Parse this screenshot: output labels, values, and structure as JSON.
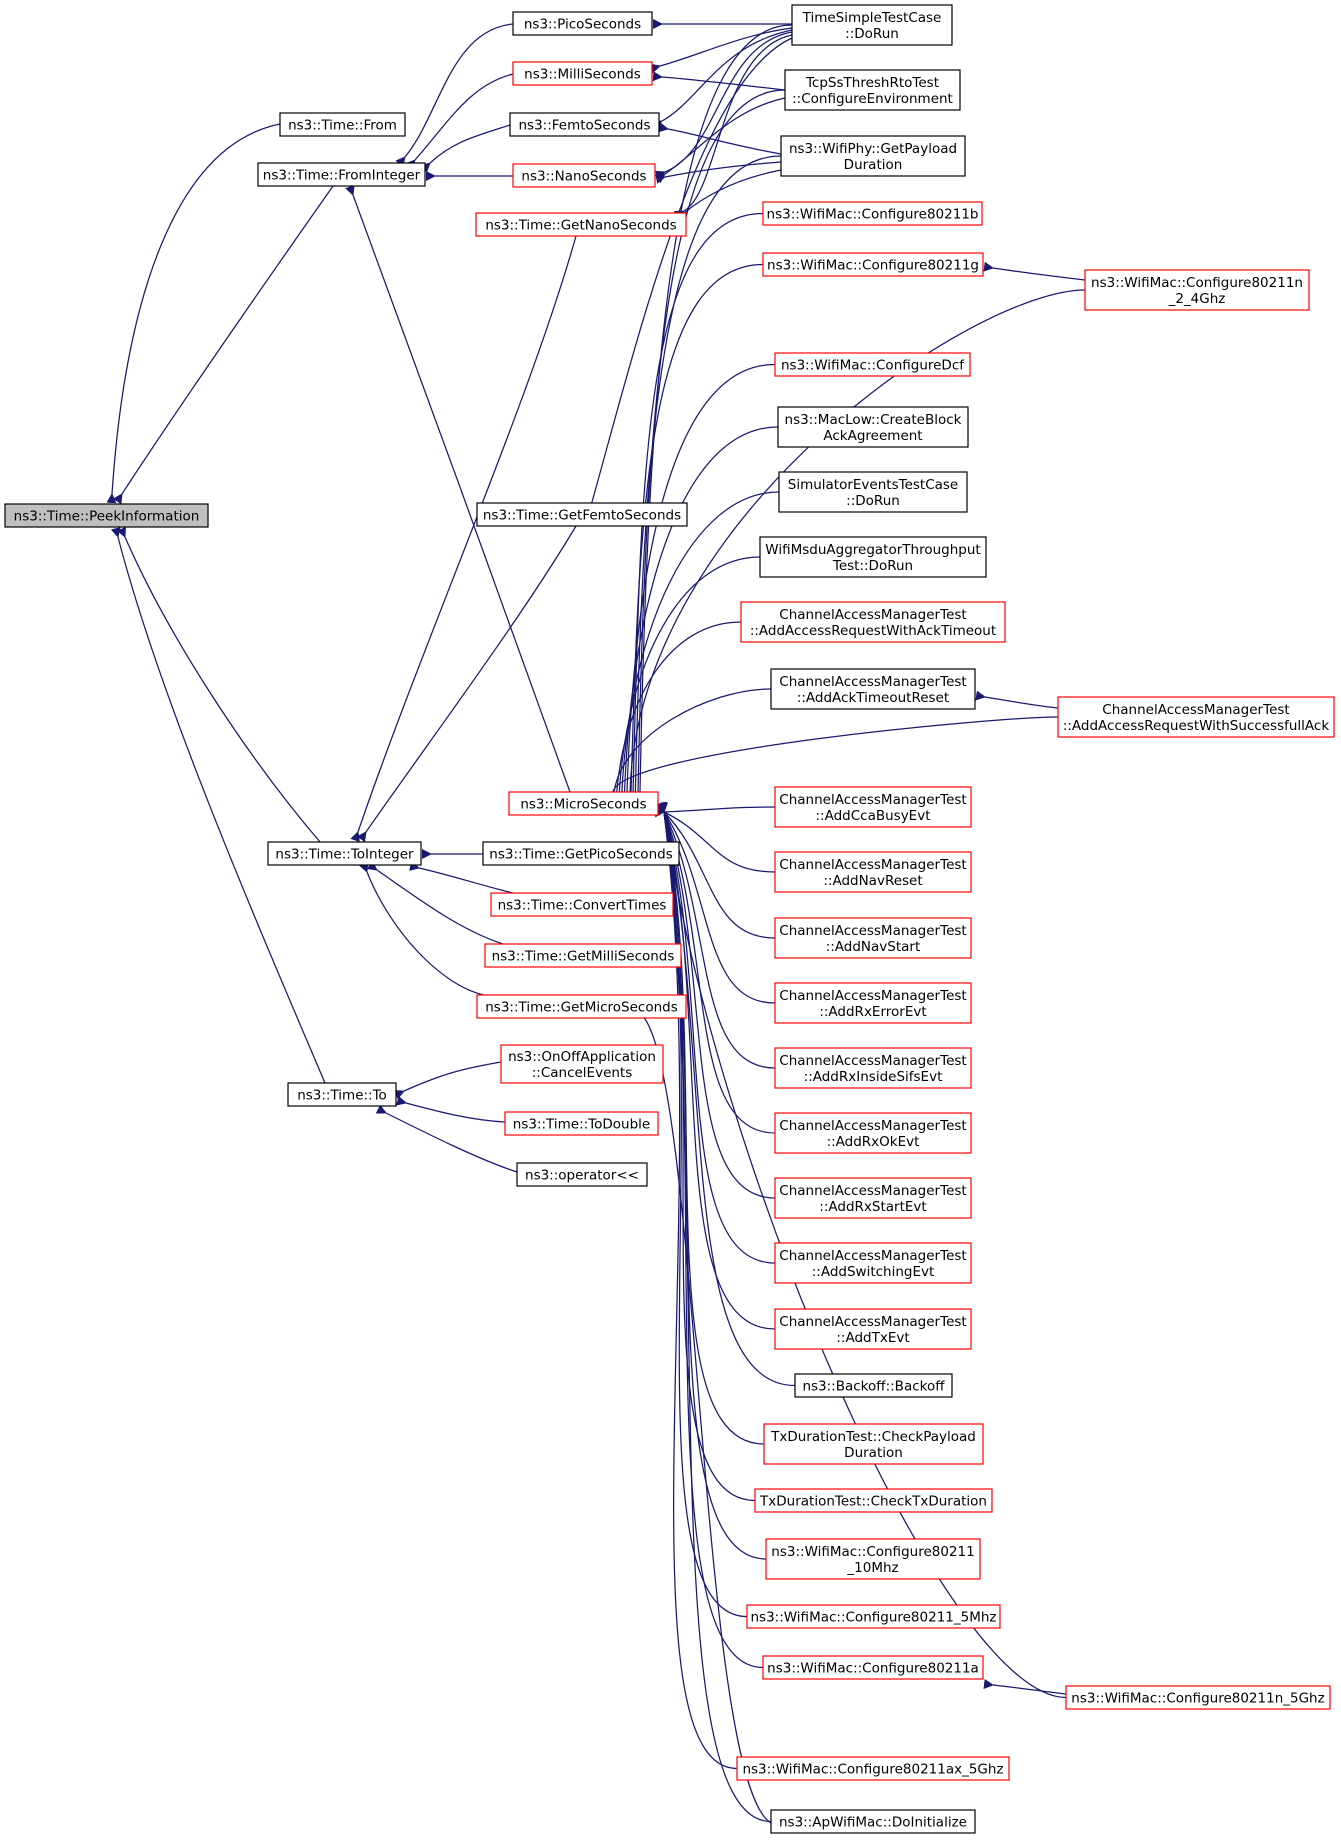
{
  "colors": {
    "edge": "#191970",
    "box_black": "#000000",
    "box_red": "#ff0000",
    "highlight_fill": "#bfbfbf"
  },
  "nodes": [
    {
      "id": "peek",
      "lines": [
        "ns3::Time::PeekInformation"
      ],
      "style": "highlight"
    },
    {
      "id": "from",
      "lines": [
        "ns3::Time::From"
      ],
      "style": "black"
    },
    {
      "id": "fromint",
      "lines": [
        "ns3::Time::FromInteger"
      ],
      "style": "black"
    },
    {
      "id": "toint",
      "lines": [
        "ns3::Time::ToInteger"
      ],
      "style": "black"
    },
    {
      "id": "to",
      "lines": [
        "ns3::Time::To"
      ],
      "style": "black"
    },
    {
      "id": "pico",
      "lines": [
        "ns3::PicoSeconds"
      ],
      "style": "black"
    },
    {
      "id": "milli",
      "lines": [
        "ns3::MilliSeconds"
      ],
      "style": "red"
    },
    {
      "id": "femto",
      "lines": [
        "ns3::FemtoSeconds"
      ],
      "style": "black"
    },
    {
      "id": "nano",
      "lines": [
        "ns3::NanoSeconds"
      ],
      "style": "red"
    },
    {
      "id": "getnano",
      "lines": [
        "ns3::Time::GetNanoSeconds"
      ],
      "style": "red"
    },
    {
      "id": "getfemto",
      "lines": [
        "ns3::Time::GetFemtoSeconds"
      ],
      "style": "black"
    },
    {
      "id": "micro",
      "lines": [
        "ns3::MicroSeconds"
      ],
      "style": "red"
    },
    {
      "id": "getpico",
      "lines": [
        "ns3::Time::GetPicoSeconds"
      ],
      "style": "black"
    },
    {
      "id": "convert",
      "lines": [
        "ns3::Time::ConvertTimes"
      ],
      "style": "red"
    },
    {
      "id": "getmilli",
      "lines": [
        "ns3::Time::GetMilliSeconds"
      ],
      "style": "red"
    },
    {
      "id": "getmicro",
      "lines": [
        "ns3::Time::GetMicroSeconds"
      ],
      "style": "red"
    },
    {
      "id": "onoff",
      "lines": [
        "ns3::OnOffApplication",
        "::CancelEvents"
      ],
      "style": "red"
    },
    {
      "id": "todouble",
      "lines": [
        "ns3::Time::ToDouble"
      ],
      "style": "red"
    },
    {
      "id": "oplt",
      "lines": [
        "ns3::operator<<"
      ],
      "style": "black"
    },
    {
      "id": "timesimple",
      "lines": [
        "TimeSimpleTestCase",
        "::DoRun"
      ],
      "style": "black"
    },
    {
      "id": "tcpss",
      "lines": [
        "TcpSsThreshRtoTest",
        "::ConfigureEnvironment"
      ],
      "style": "black"
    },
    {
      "id": "wifiphy",
      "lines": [
        "ns3::WifiPhy::GetPayload",
        "Duration"
      ],
      "style": "black"
    },
    {
      "id": "c80211b",
      "lines": [
        "ns3::WifiMac::Configure80211b"
      ],
      "style": "red"
    },
    {
      "id": "c80211g",
      "lines": [
        "ns3::WifiMac::Configure80211g"
      ],
      "style": "red"
    },
    {
      "id": "c80211n24",
      "lines": [
        "ns3::WifiMac::Configure80211n",
        "_2_4Ghz"
      ],
      "style": "red"
    },
    {
      "id": "cdcf",
      "lines": [
        "ns3::WifiMac::ConfigureDcf"
      ],
      "style": "red"
    },
    {
      "id": "maclow",
      "lines": [
        "ns3::MacLow::CreateBlock",
        "AckAgreement"
      ],
      "style": "black"
    },
    {
      "id": "simev",
      "lines": [
        "SimulatorEventsTestCase",
        "::DoRun"
      ],
      "style": "black"
    },
    {
      "id": "msdu",
      "lines": [
        "WifiMsduAggregatorThroughput",
        "Test::DoRun"
      ],
      "style": "black"
    },
    {
      "id": "addreqack",
      "lines": [
        "ChannelAccessManagerTest",
        "::AddAccessRequestWithAckTimeout"
      ],
      "style": "red"
    },
    {
      "id": "addacktimeout",
      "lines": [
        "ChannelAccessManagerTest",
        "::AddAckTimeoutReset"
      ],
      "style": "black"
    },
    {
      "id": "addreqsucc",
      "lines": [
        "ChannelAccessManagerTest",
        "::AddAccessRequestWithSuccessfullAck"
      ],
      "style": "red"
    },
    {
      "id": "addcca",
      "lines": [
        "ChannelAccessManagerTest",
        "::AddCcaBusyEvt"
      ],
      "style": "red"
    },
    {
      "id": "addnavreset",
      "lines": [
        "ChannelAccessManagerTest",
        "::AddNavReset"
      ],
      "style": "red"
    },
    {
      "id": "addnavstart",
      "lines": [
        "ChannelAccessManagerTest",
        "::AddNavStart"
      ],
      "style": "red"
    },
    {
      "id": "addrxerr",
      "lines": [
        "ChannelAccessManagerTest",
        "::AddRxErrorEvt"
      ],
      "style": "red"
    },
    {
      "id": "addrxinside",
      "lines": [
        "ChannelAccessManagerTest",
        "::AddRxInsideSifsEvt"
      ],
      "style": "red"
    },
    {
      "id": "addrxok",
      "lines": [
        "ChannelAccessManagerTest",
        "::AddRxOkEvt"
      ],
      "style": "red"
    },
    {
      "id": "addrxstart",
      "lines": [
        "ChannelAccessManagerTest",
        "::AddRxStartEvt"
      ],
      "style": "red"
    },
    {
      "id": "addswitch",
      "lines": [
        "ChannelAccessManagerTest",
        "::AddSwitchingEvt"
      ],
      "style": "red"
    },
    {
      "id": "addtx",
      "lines": [
        "ChannelAccessManagerTest",
        "::AddTxEvt"
      ],
      "style": "red"
    },
    {
      "id": "backoff",
      "lines": [
        "ns3::Backoff::Backoff"
      ],
      "style": "black"
    },
    {
      "id": "txpayload",
      "lines": [
        "TxDurationTest::CheckPayload",
        "Duration"
      ],
      "style": "red"
    },
    {
      "id": "txdur",
      "lines": [
        "TxDurationTest::CheckTxDuration"
      ],
      "style": "red"
    },
    {
      "id": "c8021110",
      "lines": [
        "ns3::WifiMac::Configure80211",
        "_10Mhz"
      ],
      "style": "red"
    },
    {
      "id": "c802115",
      "lines": [
        "ns3::WifiMac::Configure80211_5Mhz"
      ],
      "style": "red"
    },
    {
      "id": "c80211a",
      "lines": [
        "ns3::WifiMac::Configure80211a"
      ],
      "style": "red"
    },
    {
      "id": "c80211n5",
      "lines": [
        "ns3::WifiMac::Configure80211n_5Ghz"
      ],
      "style": "red"
    },
    {
      "id": "c80211ax5",
      "lines": [
        "ns3::WifiMac::Configure80211ax_5Ghz"
      ],
      "style": "red"
    },
    {
      "id": "apwifi",
      "lines": [
        "ns3::ApWifiMac::DoInitialize"
      ],
      "style": "black"
    }
  ],
  "edges": [
    [
      "from",
      "peek"
    ],
    [
      "fromint",
      "peek"
    ],
    [
      "toint",
      "peek"
    ],
    [
      "to",
      "peek"
    ],
    [
      "pico",
      "fromint"
    ],
    [
      "milli",
      "fromint"
    ],
    [
      "femto",
      "fromint"
    ],
    [
      "nano",
      "fromint"
    ],
    [
      "micro",
      "fromint"
    ],
    [
      "getnano",
      "toint"
    ],
    [
      "getfemto",
      "toint"
    ],
    [
      "getpico",
      "toint"
    ],
    [
      "convert",
      "toint"
    ],
    [
      "getmilli",
      "toint"
    ],
    [
      "getmicro",
      "toint"
    ],
    [
      "onoff",
      "to"
    ],
    [
      "todouble",
      "to"
    ],
    [
      "oplt",
      "to"
    ],
    [
      "timesimple",
      "pico"
    ],
    [
      "timesimple",
      "milli"
    ],
    [
      "tcpss",
      "milli"
    ],
    [
      "timesimple",
      "femto"
    ],
    [
      "wifiphy",
      "femto"
    ],
    [
      "timesimple",
      "nano"
    ],
    [
      "tcpss",
      "nano"
    ],
    [
      "wifiphy",
      "nano"
    ],
    [
      "timesimple",
      "getnano"
    ],
    [
      "wifiphy",
      "getnano"
    ],
    [
      "timesimple",
      "getfemto"
    ],
    [
      "c80211n24",
      "c80211g"
    ],
    [
      "addreqsucc",
      "addacktimeout"
    ],
    [
      "c80211n5",
      "c80211a"
    ],
    [
      "apwifi",
      "getmicro"
    ],
    [
      "timesimple",
      "micro"
    ],
    [
      "tcpss",
      "micro"
    ],
    [
      "wifiphy",
      "micro"
    ],
    [
      "c80211b",
      "micro"
    ],
    [
      "c80211g",
      "micro"
    ],
    [
      "c80211n24",
      "micro"
    ],
    [
      "cdcf",
      "micro"
    ],
    [
      "maclow",
      "micro"
    ],
    [
      "simev",
      "micro"
    ],
    [
      "msdu",
      "micro"
    ],
    [
      "addreqack",
      "micro"
    ],
    [
      "addacktimeout",
      "micro"
    ],
    [
      "addreqsucc",
      "micro"
    ],
    [
      "addcca",
      "micro"
    ],
    [
      "addnavreset",
      "micro"
    ],
    [
      "addnavstart",
      "micro"
    ],
    [
      "addrxerr",
      "micro"
    ],
    [
      "addrxinside",
      "micro"
    ],
    [
      "addrxok",
      "micro"
    ],
    [
      "addrxstart",
      "micro"
    ],
    [
      "addswitch",
      "micro"
    ],
    [
      "addtx",
      "micro"
    ],
    [
      "backoff",
      "micro"
    ],
    [
      "txpayload",
      "micro"
    ],
    [
      "txdur",
      "micro"
    ],
    [
      "c8021110",
      "micro"
    ],
    [
      "c802115",
      "micro"
    ],
    [
      "c80211a",
      "micro"
    ],
    [
      "c80211n5",
      "micro"
    ],
    [
      "c80211ax5",
      "micro"
    ],
    [
      "apwifi",
      "micro"
    ]
  ]
}
